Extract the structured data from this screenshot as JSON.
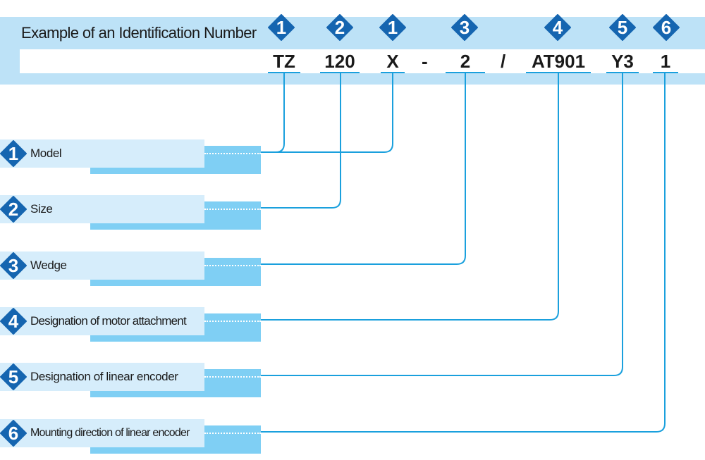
{
  "header": {
    "title": "Example of an Identification Number"
  },
  "code_parts": [
    {
      "text": "TZ",
      "badge": "1"
    },
    {
      "text": "120",
      "badge": "2"
    },
    {
      "text": "X",
      "badge": "1"
    },
    {
      "text": "-",
      "badge": ""
    },
    {
      "text": "2",
      "badge": "3"
    },
    {
      "text": "/",
      "badge": ""
    },
    {
      "text": "AT901",
      "badge": "4"
    },
    {
      "text": "Y3",
      "badge": "5"
    },
    {
      "text": "1",
      "badge": "6"
    }
  ],
  "rows": [
    {
      "number": "1",
      "label": "Model"
    },
    {
      "number": "2",
      "label": "Size"
    },
    {
      "number": "3",
      "label": "Wedge"
    },
    {
      "number": "4",
      "label": "Designation of motor attachment"
    },
    {
      "number": "5",
      "label": "Designation of linear encoder"
    },
    {
      "number": "6",
      "label": "Mounting direction of linear encoder"
    }
  ],
  "colors": {
    "badge": "#1565b0",
    "connector": "#1aa0dd",
    "band": "#bde2f7",
    "row_bar": "#d6edfb",
    "row_shadow": "#7fcff4"
  }
}
